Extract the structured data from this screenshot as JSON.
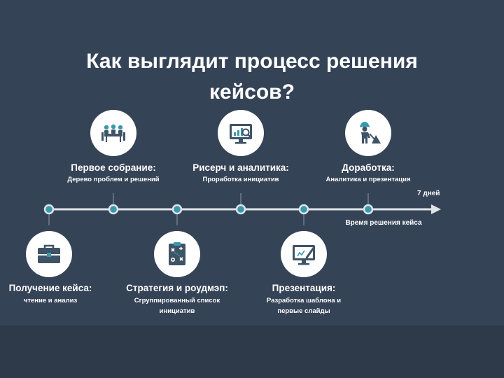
{
  "title": "Как выглядит процесс решения кейсов?",
  "colors": {
    "background": "#354356",
    "icon": "#3f5366",
    "accent": "#3a98ad",
    "line": "#dfe4e8"
  },
  "timeline": {
    "end_label": "7 дней",
    "caption": "Время решения кейса"
  },
  "steps": [
    {
      "title": "Получение кейса:",
      "subtitle": "чтение и анализ",
      "icon": "briefcase-icon"
    },
    {
      "title": "Первое собрание:",
      "subtitle": "Дерево проблем и решений",
      "icon": "meeting-icon"
    },
    {
      "title": "Стратегия и роудмэп:",
      "subtitle": "Сгруппированный список\nинициатив",
      "icon": "strategy-board-icon"
    },
    {
      "title": "Рисерч и аналитика:",
      "subtitle": "Проработка инициатив",
      "icon": "analytics-monitor-icon"
    },
    {
      "title": "Презентация:",
      "subtitle": "Разработка шаблона и\nпервые слайды",
      "icon": "presentation-pen-icon"
    },
    {
      "title": "Доработка:",
      "subtitle": "Аналитика и презентация",
      "icon": "worker-icon"
    }
  ]
}
